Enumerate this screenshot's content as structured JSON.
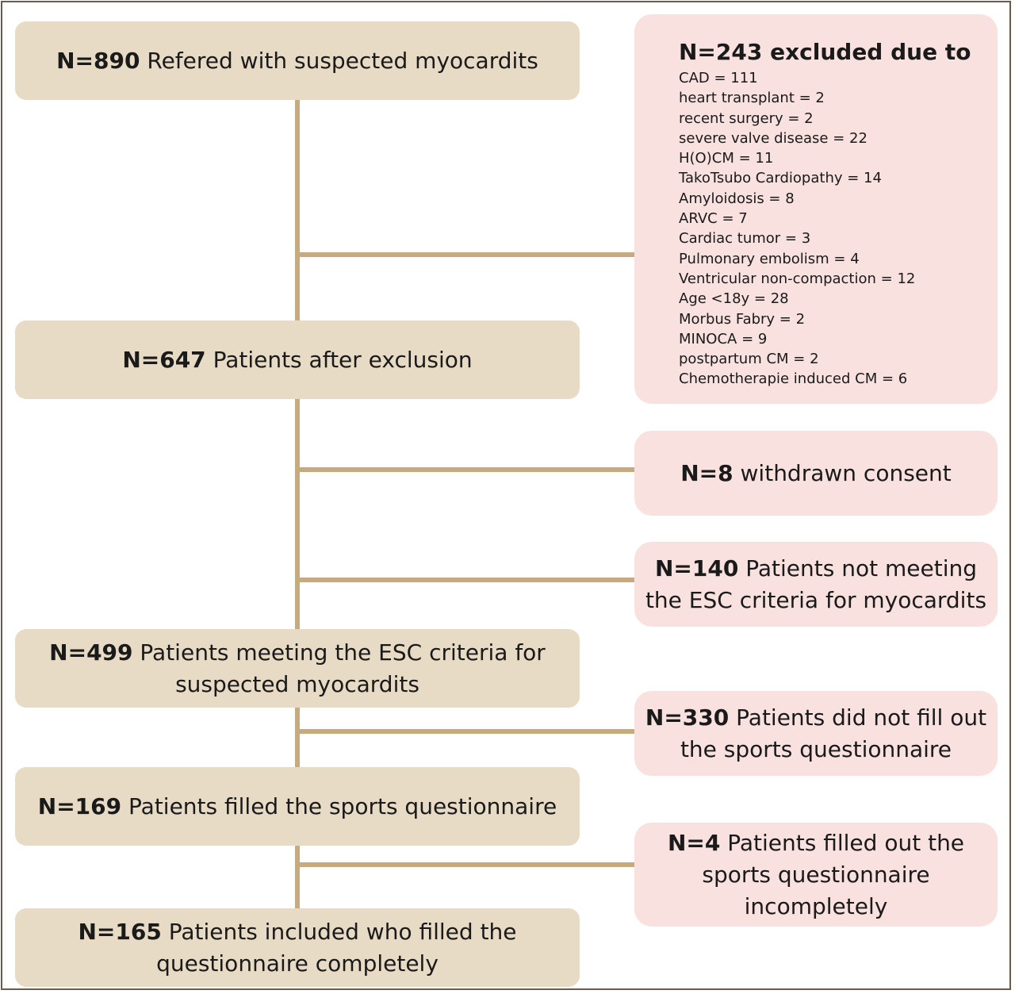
{
  "main_boxes": [
    {
      "count": "N=890",
      "text": "Refered with suspected myocardits"
    },
    {
      "count": "N=647",
      "text": "Patients after exclusion"
    },
    {
      "count": "N=499",
      "text": "Patients meeting the ESC criteria for",
      "text2": "suspected myocardits"
    },
    {
      "count": "N=169",
      "text": "Patients filled the sports questionnaire"
    },
    {
      "count": "N=165",
      "text": "Patients included who filled the",
      "text2": "questionnaire completely"
    }
  ],
  "exclusion": {
    "title": "N=243 excluded due to",
    "items": [
      "CAD = 111",
      "heart transplant = 2",
      "recent surgery = 2",
      "severe valve disease = 22",
      "H(O)CM = 11",
      "TakoTsubo Cardiopathy = 14",
      "Amyloidosis = 8",
      "ARVC = 7",
      "Cardiac tumor = 3",
      "Pulmonary embolism = 4",
      "Ventricular non-compaction = 12",
      "Age <18y = 28",
      "Morbus Fabry = 2",
      "MINOCA = 9",
      "postpartum CM = 2",
      "Chemotherapie induced CM = 6"
    ]
  },
  "side_boxes": [
    {
      "count": "N=8",
      "text": "withdrawn consent"
    },
    {
      "count": "N=140",
      "text": "Patients not meeting",
      "text2": "the ESC criteria for myocardits"
    },
    {
      "count": "N=330",
      "text": "Patients did not fill out",
      "text2": "the sports questionnaire"
    },
    {
      "count": "N=4",
      "text": "Patients filled out the",
      "text2": "sports questionnaire",
      "text3": "incompletely"
    }
  ],
  "colors": {
    "main_box": "#e8dbc5",
    "side_box": "#f8e1de",
    "connector": "#c8aa82",
    "frame": "#6b5a4e"
  }
}
